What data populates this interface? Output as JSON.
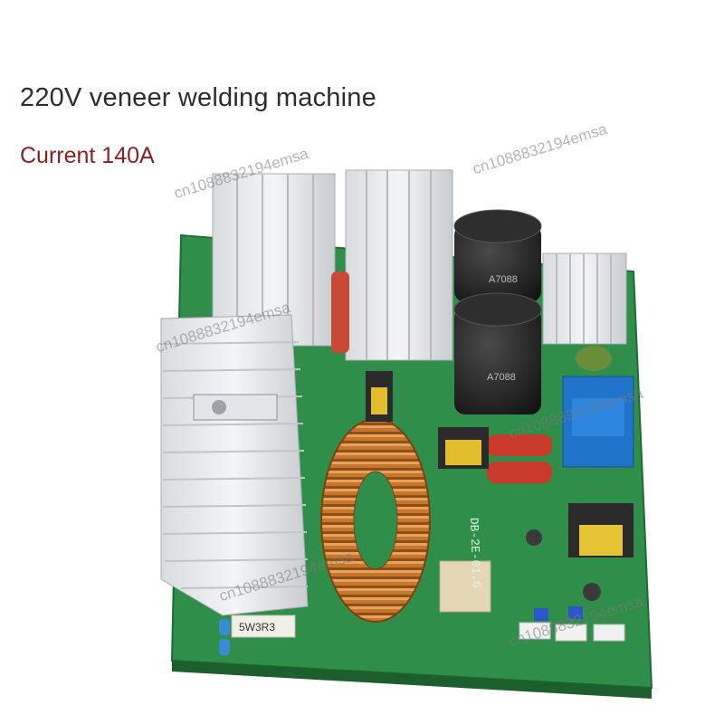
{
  "heading": {
    "title": "220V veneer welding machine",
    "current": "Current 140A"
  },
  "watermark": "cn1088832194emsa",
  "board_labels": {
    "capacitor_marking": "A7088",
    "resistor_marking": "5W3R3",
    "board_code": "DB-2E-01.6"
  },
  "colors": {
    "pcb": "#2f8f4a",
    "heading": "#2d2d2d",
    "accent": "#8b1f22"
  }
}
